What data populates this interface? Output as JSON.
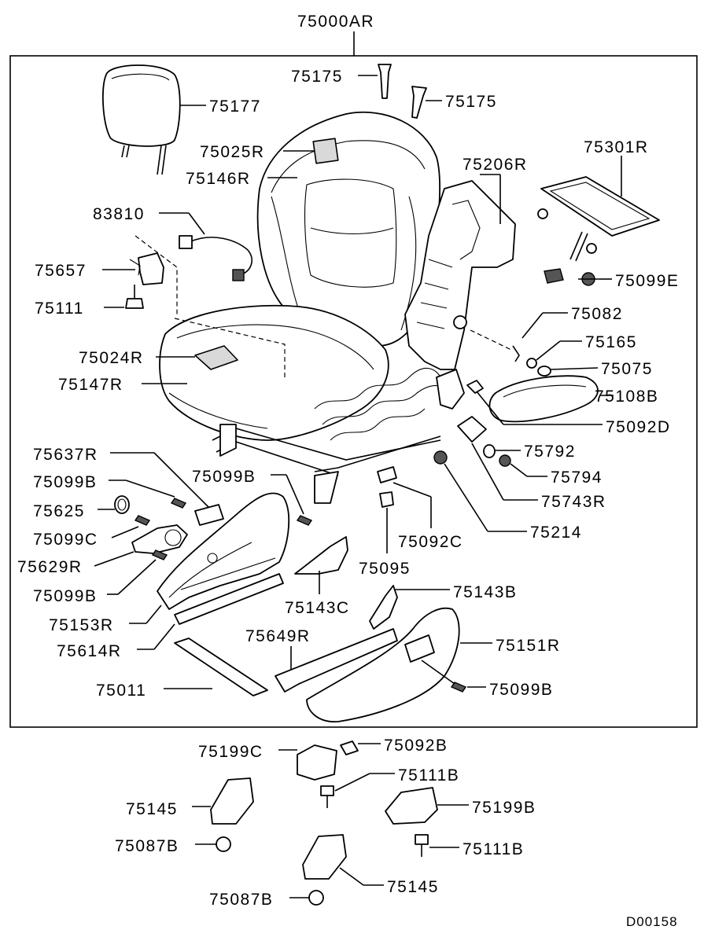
{
  "diagram": {
    "main_assembly": "75000AR",
    "diagram_id": "D00158",
    "labels": {
      "p75175a": "75175",
      "p75175b": "75175",
      "p75177": "75177",
      "p75025r": "75025R",
      "p75146r": "75146R",
      "p75206r": "75206R",
      "p75301r": "75301R",
      "p83810": "83810",
      "p75657": "75657",
      "p75099e": "75099E",
      "p75111": "75111",
      "p75082": "75082",
      "p75165": "75165",
      "p75024r": "75024R",
      "p75075": "75075",
      "p75147r": "75147R",
      "p75108b": "75108B",
      "p75092d": "75092D",
      "p75637r": "75637R",
      "p75792": "75792",
      "p75099b_a": "75099B",
      "p75099b_b": "75099B",
      "p75794": "75794",
      "p75625": "75625",
      "p75743r": "75743R",
      "p75099c": "75099C",
      "p75214": "75214",
      "p75092c": "75092C",
      "p75629r": "75629R",
      "p75095": "75095",
      "p75099b_c": "75099B",
      "p75143b": "75143B",
      "p75143c": "75143C",
      "p75153r": "75153R",
      "p75649r": "75649R",
      "p75151r": "75151R",
      "p75614r": "75614R",
      "p75011": "75011",
      "p75099b_d": "75099B",
      "p75199c": "75199C",
      "p75092b": "75092B",
      "p75111b_a": "75111B",
      "p75145a": "75145",
      "p75199b": "75199B",
      "p75087b_a": "75087B",
      "p75111b_b": "75111B",
      "p75145b": "75145",
      "p75087b_b": "75087B"
    }
  }
}
